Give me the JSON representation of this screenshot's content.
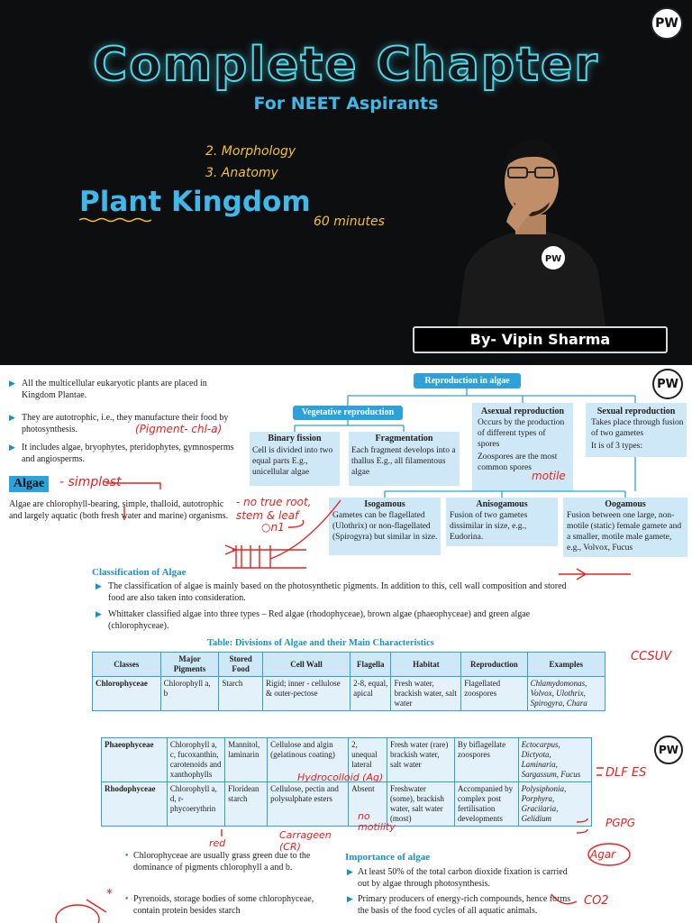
{
  "banner": {
    "title": "Complete Chapter",
    "subtitle": "For NEET Aspirants",
    "notes": [
      "2. Morphology",
      "3. Anatomy"
    ],
    "topic": "Plant Kingdom",
    "duration": "60 minutes",
    "author": "By- Vipin Sharma",
    "logo": "PW"
  },
  "page1": {
    "intro": [
      "All the multicellular eukaryotic plants are placed in Kingdom Plantae.",
      "They are autotrophic, i.e., they manufacture their food by photosynthesis.",
      "It includes algae, bryophytes, pteridophytes, gymnosperms and angiosperms."
    ],
    "intro_note": "(Pigment- chl-a)",
    "algae_heading": "Algae",
    "algae_note": "- simplest",
    "algae_def": "Algae are chlorophyll-bearing, simple, thalloid, autotrophic and largely aquatic (both fresh water and marine) organisms.",
    "thalloid_note": "- no true root, stem & leaf",
    "diagram": {
      "title": "Reproduction in algae",
      "vegetative": "Vegetative reproduction",
      "binary_fission": {
        "title": "Binary fission",
        "text": "Cell is divided into two equal parts E.g., unicellular algae"
      },
      "fragmentation": {
        "title": "Fragmentation",
        "text": "Each fragment develops into a thallus E.g., all filamentous algae"
      },
      "asexual": {
        "title": "Asexual reproduction",
        "points": [
          "Occurs by the production of different types of spores",
          "Zoospores are the most common spores"
        ]
      },
      "asexual_note": "motile",
      "sexual": {
        "title": "Sexual reproduction",
        "points": [
          "Takes place through fusion of two gametes",
          "It is of 3 types:"
        ]
      },
      "isogamous": {
        "title": "Isogamous",
        "text": "Gametes can be flagellated (Ulothrix) or non-flagellated (Spirogyra) but similar in size."
      },
      "anisogamous": {
        "title": "Anisogamous",
        "text": "Fusion of two gametes dissimilar in size, e.g., Eudorina."
      },
      "oogamous": {
        "title": "Oogamous",
        "text": "Fusion between one large, non-motile (static) female gamete and a smaller, motile male gamete, e.g., Volvox, Fucus"
      }
    },
    "classification": {
      "title": "Classification of Algae",
      "points": [
        "The classification of algae is mainly based on the photosynthetic pigments. In addition to this, cell wall composition and stored food are also taken into consideration.",
        "Whittaker classified algae into three types – Red algae (rhodophyceae), brown algae (phaeophyceae) and green algae (chlorophyceae)."
      ]
    },
    "table_caption": "Table: Divisions of Algae and their Main Characteristics",
    "table_note": "CCSUV",
    "table_headers": [
      "Classes",
      "Major Pigments",
      "Stored Food",
      "Cell Wall",
      "Flagella",
      "Habitat",
      "Reproduction",
      "Examples"
    ],
    "table_row": [
      "Chlorophyceae",
      "Chlorophyll a, b",
      "Starch",
      "Rigid; inner - cellulose & outer-pectose",
      "2-8, equal, apical",
      "Fresh water, brackish water, salt water",
      "Flagellated zoospores",
      "Chlamydomonas, Volvox, Ulothrix, Spirogyra, Chara"
    ]
  },
  "page2": {
    "table_rows": [
      [
        "Phaeophyceae",
        "Chlorophyll a, c, fucoxanthin, carotenoids and xanthophylls",
        "Mannitol, laminarin",
        "Cellulose and algin (gelatinous coating)",
        "2, unequal lateral",
        "Fresh water (rare) brackish water, salt water",
        "By biflagellate zoospores",
        "Ectocarpus, Dictyota, Laminaria, Sargassum, Fucus"
      ],
      [
        "Rhodophyceae",
        "Chlorophyll a, d, r-phycoerythrin",
        "Floridean starch",
        "Cellulose, pectin and polysulphate esters",
        "Absent",
        "Freshwater (some), brackish water, salt water (most)",
        "Accompanied by complex post fertilisation developments",
        "Polysiphonia, Porphyra, Gracilaria, Gelidium"
      ]
    ],
    "notes": {
      "dlf": "DLF ES",
      "pgpg": "PGPG",
      "agar": "Agar",
      "hydrocolloid": "Hydrocolloid (Ag)",
      "carrageen": "Carrageen (CR)",
      "no_motility": "no motility",
      "red": "red",
      "co2": "CO2"
    },
    "left_points": [
      "Chlorophyceae are usually grass green due to the dominance of pigments chlorophyll a and b.",
      "Pyrenoids, storage bodies of some chlorophyceae, contain protein besides starch"
    ],
    "importance_title": "Importance of algae",
    "importance_points": [
      "At least 50% of the total carbon dioxide fixation is carried out by algae through photosynthesis.",
      "Primary producers of energy-rich compounds, hence forms the basis of the food cycles of all aquatic animals."
    ]
  },
  "colors": {
    "accent": "#2da1da",
    "ink": "#e8201f",
    "highlight": "#9be37e"
  }
}
